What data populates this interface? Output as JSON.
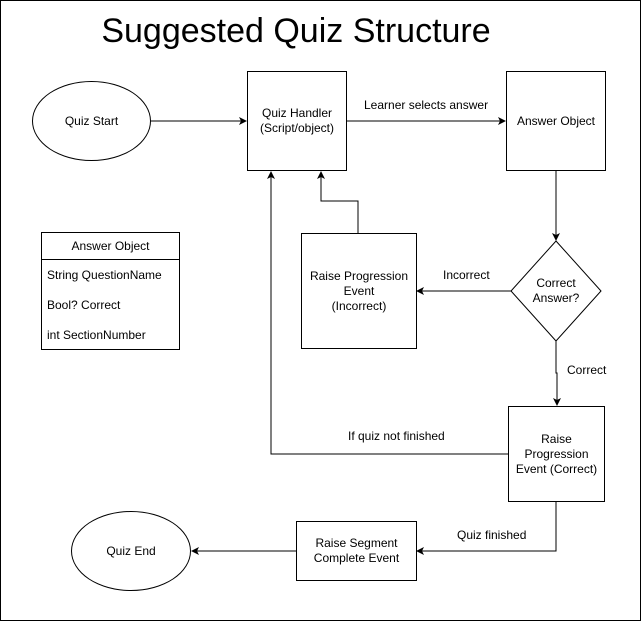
{
  "title": "Suggested Quiz Structure",
  "nodes": {
    "quiz_start": "Quiz Start",
    "quiz_handler": "Quiz Handler\n(Script/object)",
    "answer_object": "Answer Object",
    "correct_answer": "Correct\nAnswer?",
    "raise_incorrect": "Raise Progression\nEvent\n(Incorrect)",
    "raise_correct": "Raise\nProgression\nEvent (Correct)",
    "raise_segment": "Raise Segment\nComplete Event",
    "quiz_end": "Quiz End"
  },
  "edges": {
    "learner_selects": "Learner selects answer",
    "incorrect": "Incorrect",
    "correct": "Correct",
    "if_not_finished": "If quiz not finished",
    "quiz_finished": "Quiz finished"
  },
  "answer_object_table": {
    "header": "Answer Object",
    "fields": [
      "String QuestionName",
      "Bool? Correct",
      "int SectionNumber"
    ]
  }
}
